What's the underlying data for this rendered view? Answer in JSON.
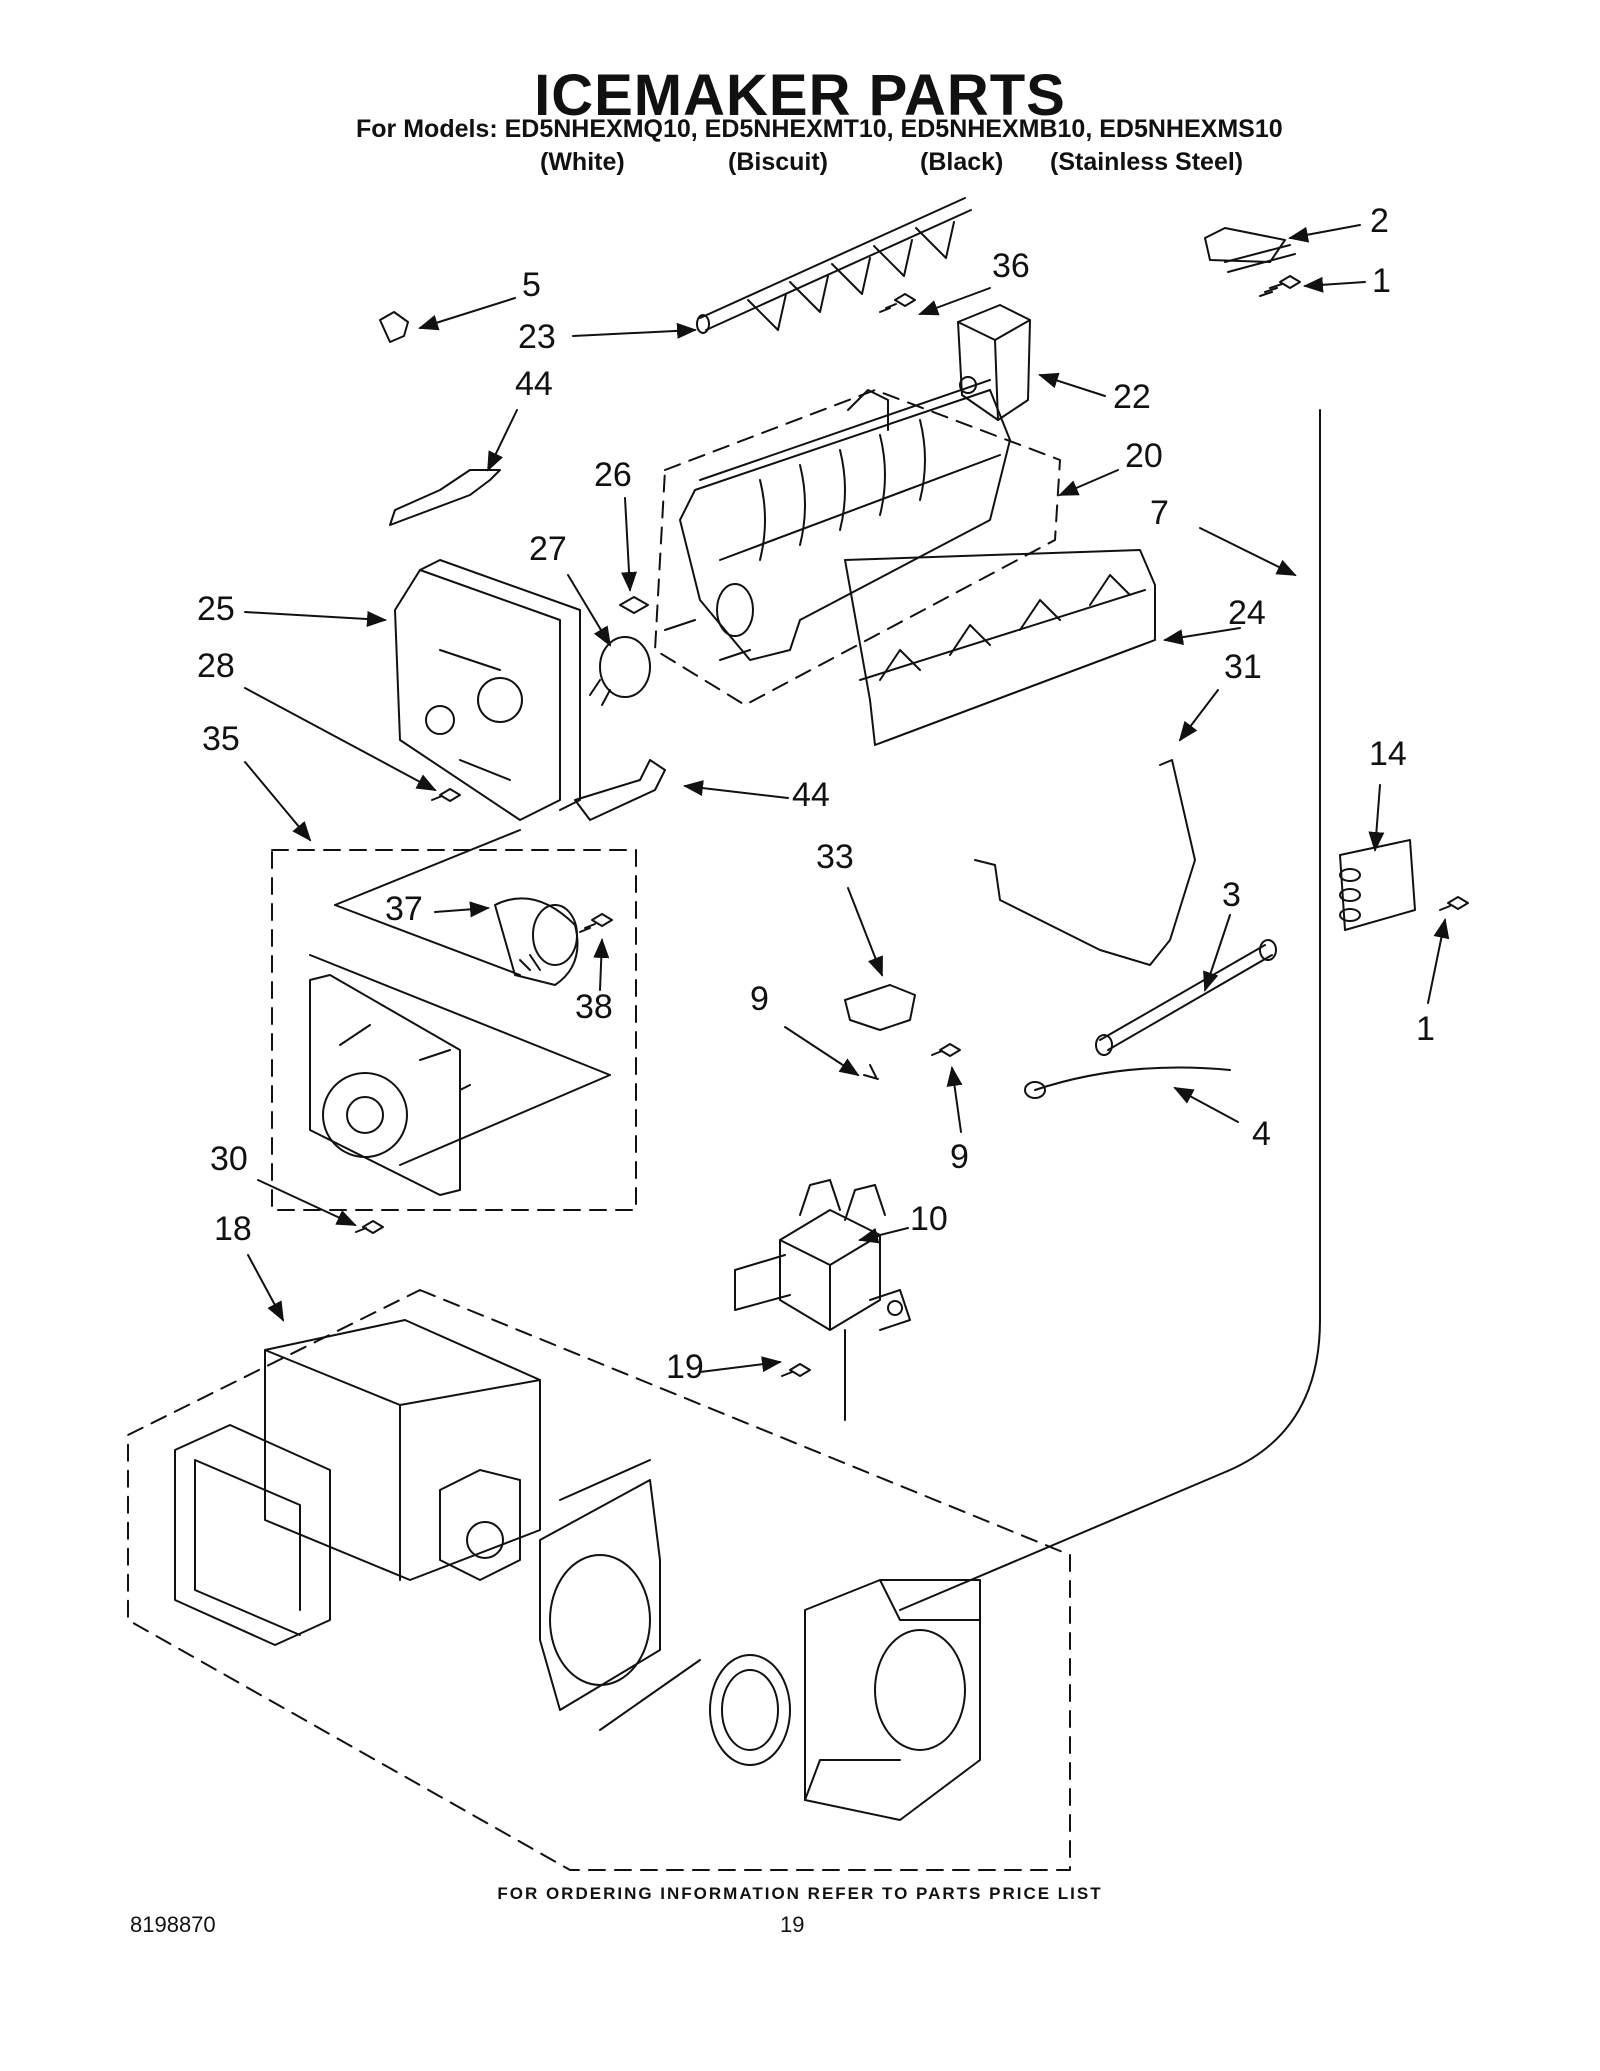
{
  "header": {
    "title": "ICEMAKER PARTS",
    "models_line": "For Models: ED5NHEXMQ10, ED5NHEXMT10, ED5NHEXMB10, ED5NHEXMS10",
    "colors": [
      "(White)",
      "(Biscuit)",
      "(Black)",
      "(Stainless Steel)"
    ]
  },
  "callouts": [
    "2",
    "1",
    "5",
    "36",
    "23",
    "22",
    "44",
    "20",
    "26",
    "7",
    "27",
    "25",
    "24",
    "28",
    "31",
    "35",
    "14",
    "44",
    "33",
    "3",
    "37",
    "38",
    "9",
    "1",
    "9",
    "4",
    "30",
    "10",
    "18",
    "19"
  ],
  "footer": {
    "ordering_note": "FOR ORDERING INFORMATION REFER TO PARTS PRICE LIST",
    "document_number": "8198870",
    "page_number": "19"
  }
}
